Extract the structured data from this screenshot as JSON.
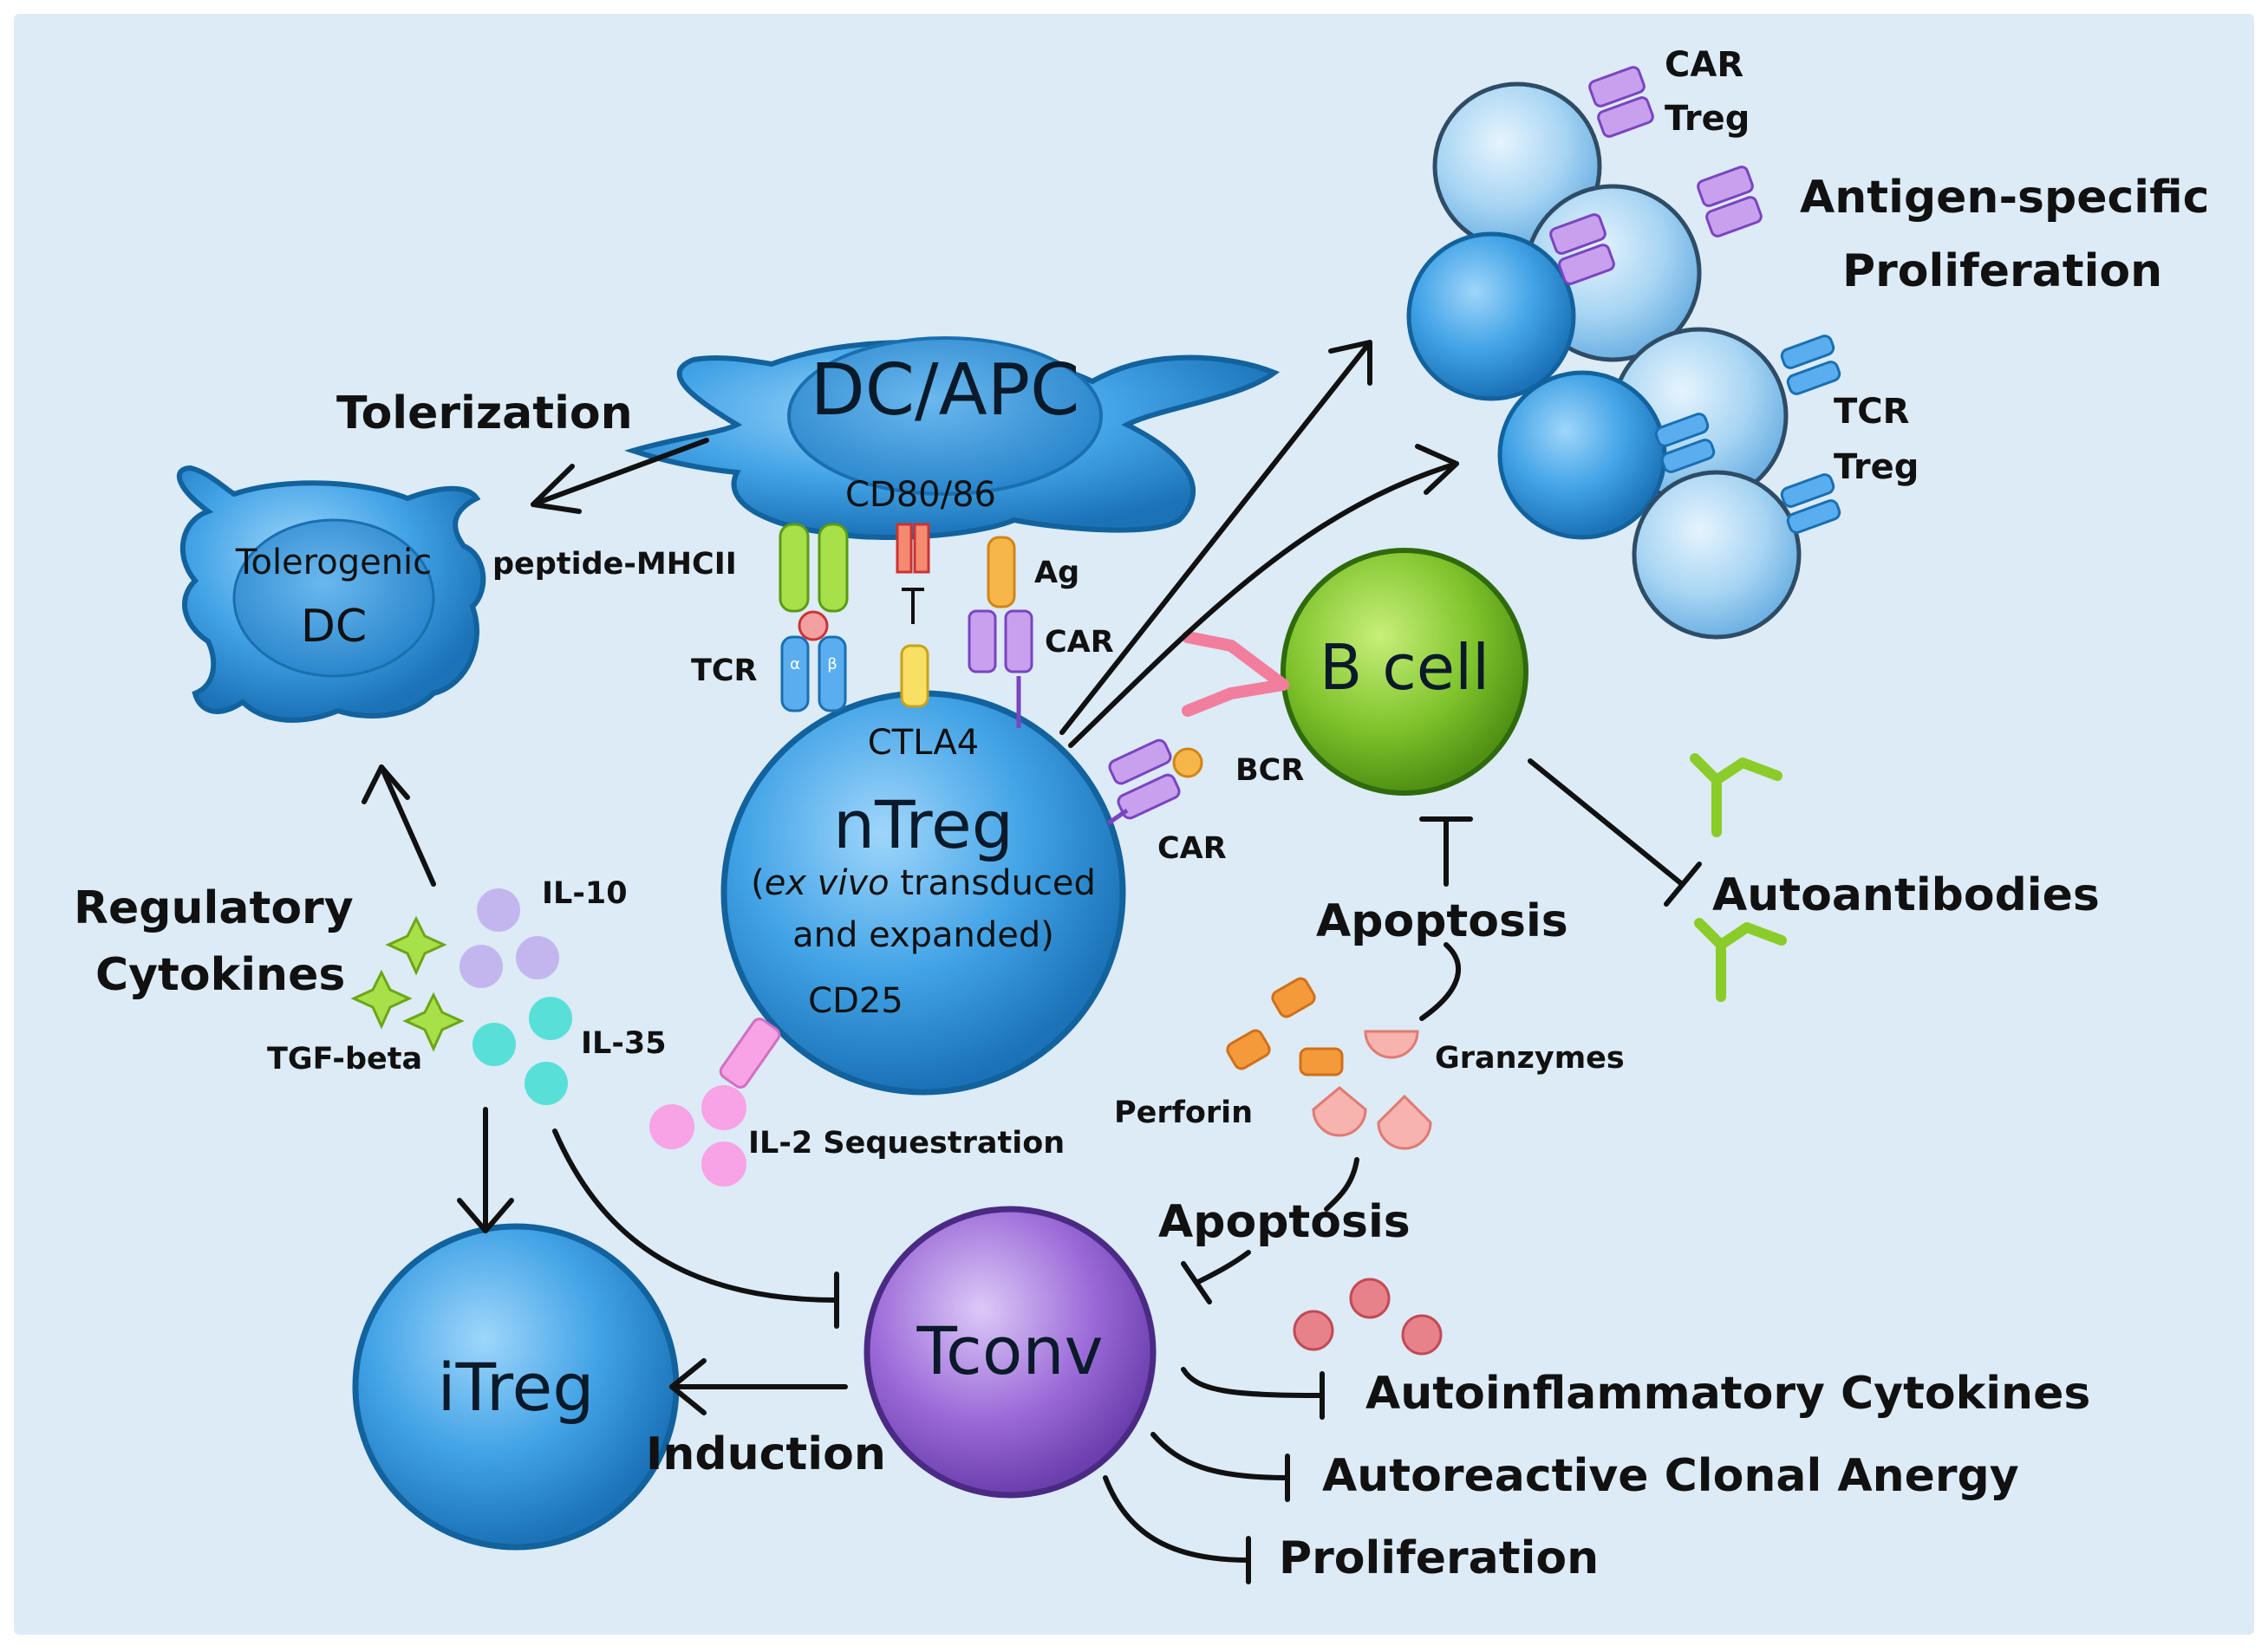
{
  "cells": {
    "dc_apc": "DC/APC",
    "cd80_86": "CD80/86",
    "tolerogenic": "Tolerogenic",
    "dc": "DC",
    "ntreg": "nTreg",
    "ntreg_sub_pre": "(",
    "ntreg_sub_em": "ex vivo",
    "ntreg_sub_post": " transduced",
    "ntreg_sub2": "and expanded)",
    "ctla4": "CTLA4",
    "cd25": "CD25",
    "b_cell": "B cell",
    "tconv": "Tconv",
    "itreg": "iTreg"
  },
  "labels": {
    "tolerization": "Tolerization",
    "peptide_mhcii": "peptide-MHCII",
    "tcr": "TCR",
    "ag": "Ag",
    "car_top": "CAR",
    "car_bcr": "CAR",
    "bcr": "BCR",
    "car_treg_1": "CAR",
    "car_treg_2": "Treg",
    "antigen_specific": "Antigen-specific",
    "proliferation_top": "Proliferation",
    "tcr_treg_1": "TCR",
    "tcr_treg_2": "Treg",
    "autoantibodies": "Autoantibodies",
    "apoptosis_upper": "Apoptosis",
    "apoptosis_lower": "Apoptosis",
    "granzymes": "Granzymes",
    "perforin": "Perforin",
    "regulatory": "Regulatory",
    "cytokines": "Cytokines",
    "il10": "IL-10",
    "il35": "IL-35",
    "tgf_beta": "TGF-beta",
    "il2_sequestration": "IL-2 Sequestration",
    "induction": "Induction",
    "autoinflammatory": "Autoinflammatory Cytokines",
    "anergy": "Autoreactive Clonal Anergy",
    "proliferation_bottom": "Proliferation",
    "alpha": "α",
    "beta": "β"
  },
  "colors": {
    "background": "#dcebf6",
    "treg_blue": "#3d9fe0",
    "treg_dark": "#1a6fb0",
    "bcell_green": "#7cc22a",
    "tconv_purple": "#9a6ad6",
    "car_purple": "#b77fe0",
    "il10_lavender": "#c3b6ee",
    "il35_cyan": "#58e0d8",
    "tgf_green": "#a8e04a",
    "il2_pink": "#f7a3e6",
    "perforin_orange": "#f59a3a",
    "granzyme_pink": "#f7b3ae",
    "cytokine_red": "#e8828a"
  }
}
